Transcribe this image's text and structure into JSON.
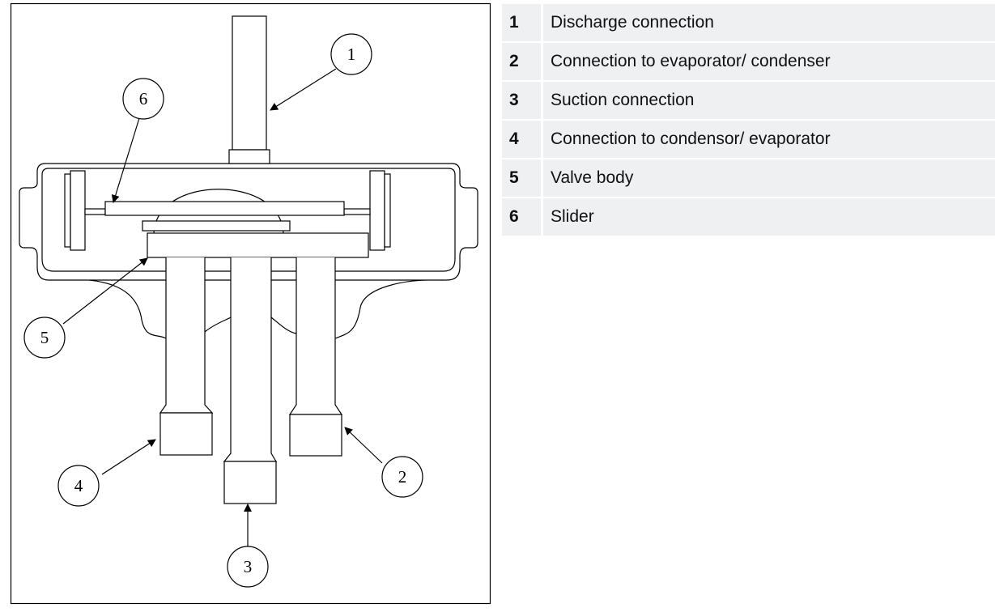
{
  "diagram": {
    "callouts": [
      "1",
      "2",
      "3",
      "4",
      "5",
      "6"
    ]
  },
  "legend": [
    {
      "number": "1",
      "label": "Discharge connection"
    },
    {
      "number": "2",
      "label": "Connection to evaporator/ condenser"
    },
    {
      "number": "3",
      "label": "Suction connection"
    },
    {
      "number": "4",
      "label": "Connection to condensor/ evaporator"
    },
    {
      "number": "5",
      "label": "Valve body"
    },
    {
      "number": "6",
      "label": "Slider"
    }
  ]
}
